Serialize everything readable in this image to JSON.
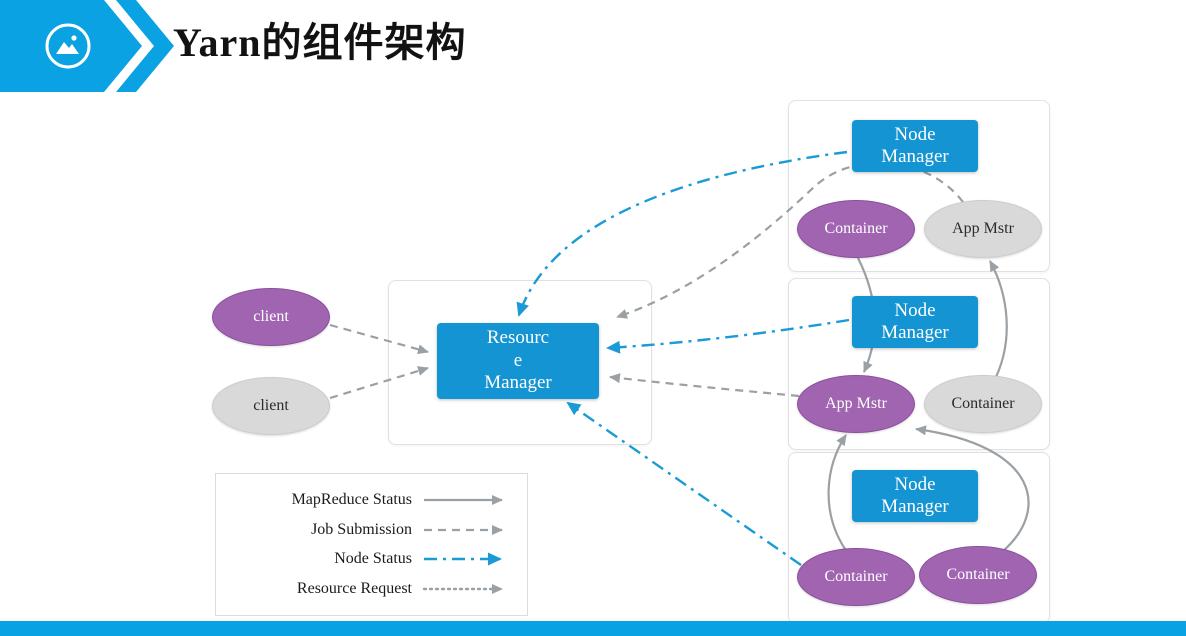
{
  "slide": {
    "title": "Yarn的组件架构",
    "colors": {
      "header_blue": "#0aa2e3",
      "node_blue": "#1494d2",
      "purple": "#a064b0",
      "gray_fill": "#d9d9d9",
      "arrow_gray": "#9aa0a4",
      "arrow_blue": "#1b9ad6"
    }
  },
  "clients": [
    {
      "label": "client",
      "variant": "purple"
    },
    {
      "label": "client",
      "variant": "gray"
    }
  ],
  "resource_manager": {
    "label": "Resourc\ne\nManager"
  },
  "node_groups": [
    {
      "manager": "Node\nManager",
      "children": [
        {
          "label": "Container",
          "variant": "purple"
        },
        {
          "label": "App Mstr",
          "variant": "gray"
        }
      ]
    },
    {
      "manager": "Node\nManager",
      "children": [
        {
          "label": "App Mstr",
          "variant": "purple"
        },
        {
          "label": "Container",
          "variant": "gray"
        }
      ]
    },
    {
      "manager": "Node\nManager",
      "children": [
        {
          "label": "Container",
          "variant": "purple"
        },
        {
          "label": "Container",
          "variant": "purple"
        }
      ]
    }
  ],
  "connections": [
    {
      "from": "client-1",
      "to": "resource-manager",
      "type": "job-submission"
    },
    {
      "from": "client-2",
      "to": "resource-manager",
      "type": "job-submission"
    },
    {
      "from": "node-manager-1",
      "to": "resource-manager",
      "type": "node-status"
    },
    {
      "from": "node-manager-2",
      "to": "resource-manager",
      "type": "node-status"
    },
    {
      "from": "node-manager-3",
      "to": "resource-manager",
      "type": "node-status"
    },
    {
      "from": "app-mstr-1",
      "to": "resource-manager",
      "type": "resource-request"
    },
    {
      "from": "app-mstr-2",
      "to": "resource-manager",
      "type": "resource-request"
    },
    {
      "from": "container-gray-2",
      "to": "app-mstr-1",
      "type": "mapreduce-status"
    },
    {
      "from": "container-purple-1",
      "to": "app-mstr-2",
      "type": "mapreduce-status"
    },
    {
      "from": "container-purple-3",
      "to": "app-mstr-2",
      "type": "mapreduce-status"
    },
    {
      "from": "container-purple-4",
      "to": "app-mstr-2",
      "type": "mapreduce-status"
    }
  ],
  "legend": {
    "items": [
      {
        "label": "MapReduce Status",
        "style": "solid",
        "color": "gray"
      },
      {
        "label": "Job Submission",
        "style": "dashed",
        "color": "gray"
      },
      {
        "label": "Node Status",
        "style": "dashdot",
        "color": "blue"
      },
      {
        "label": "Resource Request",
        "style": "dotted",
        "color": "gray"
      }
    ]
  }
}
